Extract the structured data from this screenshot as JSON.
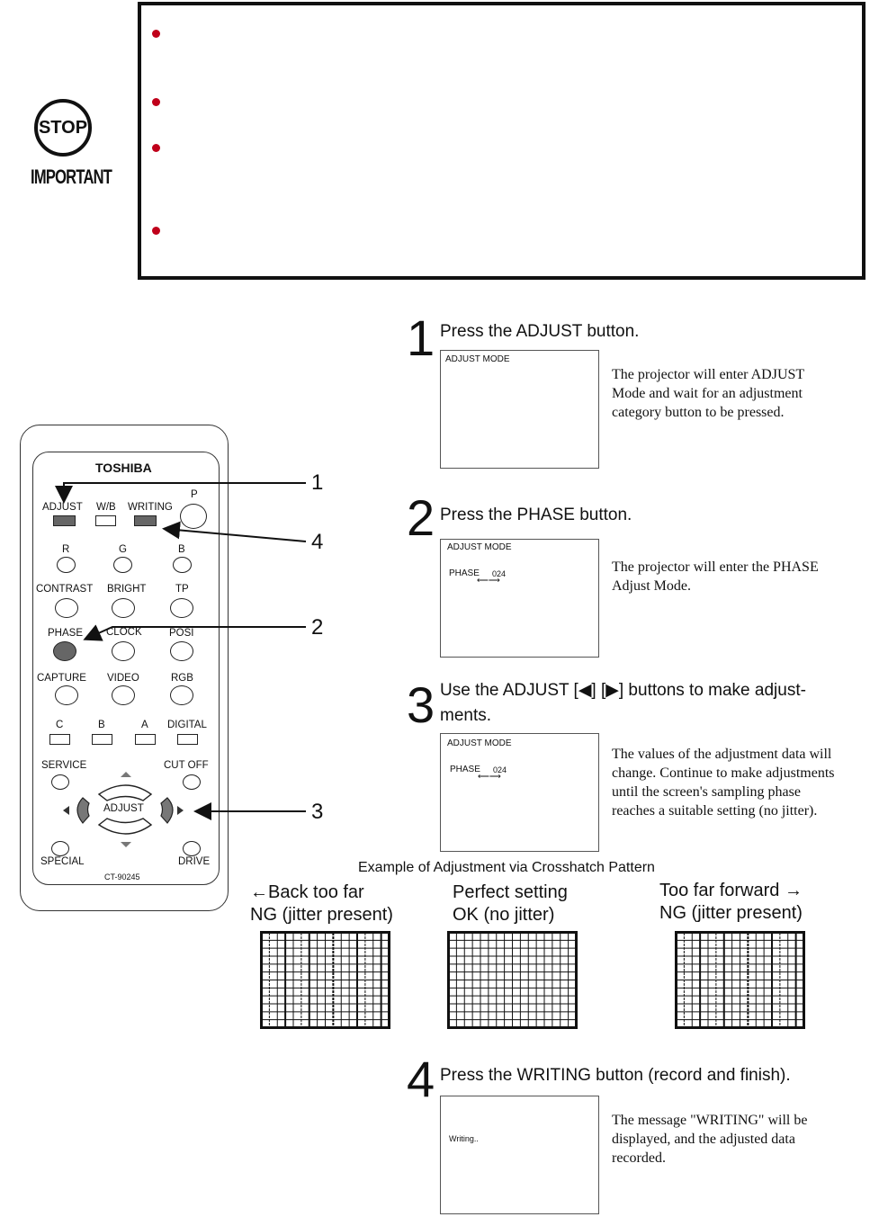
{
  "important": {
    "stop_label": "STOP",
    "important_label": "IMPORTANT",
    "bullet_color": "#c0001a"
  },
  "remote": {
    "brand": "TOSHIBA",
    "model": "CT-90245",
    "buttons": {
      "adjust": "ADJUST",
      "wb": "W/B",
      "writing": "WRITING",
      "p": "P",
      "r": "R",
      "g": "G",
      "b": "B",
      "contrast": "CONTRAST",
      "bright": "BRIGHT",
      "tp": "TP",
      "phase": "PHASE",
      "clock": "CLOCK",
      "posi": "POSI",
      "capture": "CAPTURE",
      "video": "VIDEO",
      "rgb": "RGB",
      "c": "C",
      "b2": "B",
      "a": "A",
      "digital": "DIGITAL",
      "service": "SERVICE",
      "cutoff": "CUT OFF",
      "adjust_center": "ADJUST",
      "special": "SPECIAL",
      "drive": "DRIVE"
    },
    "callouts": [
      "1",
      "4",
      "2",
      "3"
    ]
  },
  "steps": [
    {
      "num": "1",
      "title": "Press the ADJUST button.",
      "screen": {
        "mode": "ADJUST  MODE",
        "line": "",
        "value": ""
      },
      "desc": "The projector will enter ADJUST Mode and wait for an adjustment category button to be pressed."
    },
    {
      "num": "2",
      "title": "Press the PHASE button.",
      "screen": {
        "mode": "ADJUST  MODE",
        "line": "PHASE",
        "value": "024"
      },
      "desc": "The projector will enter the PHASE Adjust Mode."
    },
    {
      "num": "3",
      "title": "Use the ADJUST [◀] [▶] buttons to make adjust-",
      "title2": "ments.",
      "screen": {
        "mode": "ADJUST  MODE",
        "line": "PHASE",
        "value": "024"
      },
      "desc": "The values of the adjustment data will change. Continue to make adjustments until the screen's sampling phase reaches a suitable setting (no jitter)."
    },
    {
      "num": "4",
      "title": "Press the WRITING button (record and finish).",
      "screen": {
        "mode": "",
        "line": "Writing..",
        "value": ""
      },
      "desc": "The message \"WRITING\" will be displayed, and the adjusted data recorded."
    }
  ],
  "crosshatch": {
    "title": "Example of Adjustment via Crosshatch Pattern",
    "examples": [
      {
        "line1": "←Back too far",
        "line2": "NG (jitter present)"
      },
      {
        "line1": "Perfect setting",
        "line2": "OK (no jitter)"
      },
      {
        "line1": "Too far forward →",
        "line2": "NG (jitter present)"
      }
    ]
  }
}
